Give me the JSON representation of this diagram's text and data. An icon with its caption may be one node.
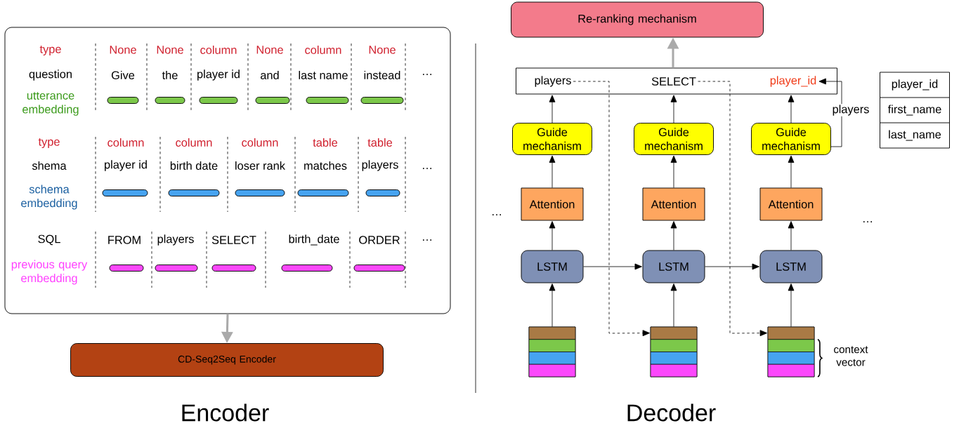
{
  "diagram": {
    "nodes": [
      {
        "text": [],
        "shape": "box"
      },
      {
        "text": [
          "CD-Seq2Seq Encoder"
        ]
      },
      {
        "text": [
          "Re-ranking mechanism"
        ]
      },
      {
        "text": [],
        "shape": "box"
      },
      {
        "text": [
          "players"
        ],
        "in": 3
      },
      {
        "text": [
          "SELECT"
        ],
        "in": 3
      },
      {
        "text": [
          "player_id"
        ],
        "in": 3
      },
      {
        "text": [
          "Guide mechanism"
        ]
      },
      {
        "text": [
          "Guide mechanism"
        ]
      },
      {
        "text": [
          "Guide mechanism"
        ]
      },
      {
        "text": [
          "Attention"
        ]
      },
      {
        "text": [
          "Attention"
        ]
      },
      {
        "text": [
          "Attention"
        ]
      },
      {
        "text": [
          "LSTM"
        ]
      },
      {
        "text": [
          "LSTM"
        ]
      },
      {
        "text": [
          "LSTM"
        ]
      },
      {
        "text": [],
        "shape": "box"
      },
      {
        "text": [],
        "shape": "box"
      },
      {
        "text": [],
        "shape": "box",
        "beside": [
          "context vector"
        ]
      },
      {
        "text": [
          "player_id",
          "first_name",
          "last_name"
        ]
      }
    ],
    "edges": [
      {
        "from": 0,
        "to": 1,
        "arrow": "to",
        "style": "thick",
        "color": "#aaaaaa"
      },
      {
        "from": 3,
        "to": 2,
        "arrow": "to",
        "style": "thick",
        "color": "#aaaaaa"
      },
      {
        "from": 7,
        "to": 4,
        "arrow": "to"
      },
      {
        "from": 8,
        "to": 5,
        "arrow": "to"
      },
      {
        "from": 9,
        "to": 6,
        "arrow": "to"
      },
      {
        "from": 10,
        "to": 7,
        "arrow": "to"
      },
      {
        "from": 11,
        "to": 8,
        "arrow": "to"
      },
      {
        "from": 12,
        "to": 9,
        "arrow": "to"
      },
      {
        "from": 13,
        "to": 10,
        "arrow": "to"
      },
      {
        "from": 14,
        "to": 11,
        "arrow": "to"
      },
      {
        "from": 15,
        "to": 12,
        "arrow": "to"
      },
      {
        "from": 16,
        "to": 13,
        "arrow": "to"
      },
      {
        "from": 17,
        "to": 14,
        "arrow": "to"
      },
      {
        "from": 18,
        "to": 15,
        "arrow": "to"
      },
      {
        "from": 13,
        "to": 14,
        "arrow": "to"
      },
      {
        "from": 14,
        "to": 15,
        "arrow": "to"
      },
      {
        "from": 4,
        "to": 17,
        "arrow": "to",
        "style": "dashed"
      },
      {
        "from": 5,
        "to": 18,
        "arrow": "to",
        "style": "dashed"
      },
      {
        "from": 9,
        "to": 6,
        "arrow": "to",
        "label": "players"
      }
    ],
    "labels": [
      "type",
      "None",
      "None",
      "column",
      "None",
      "column",
      "None",
      "question",
      "Give",
      "the",
      "player id",
      "and",
      "last name",
      "instead",
      "…",
      "utterance embedding",
      "type",
      "column",
      "column",
      "column",
      "table",
      "table",
      "shema",
      "player id",
      "birth date",
      "loser rank",
      "matches",
      "players",
      "…",
      "schema embedding",
      "SQL",
      "FROM",
      "players",
      "SELECT",
      "birth_date",
      "ORDER",
      "…",
      "previous query embedding",
      "…",
      "…",
      "Encoder",
      "Decoder"
    ]
  }
}
